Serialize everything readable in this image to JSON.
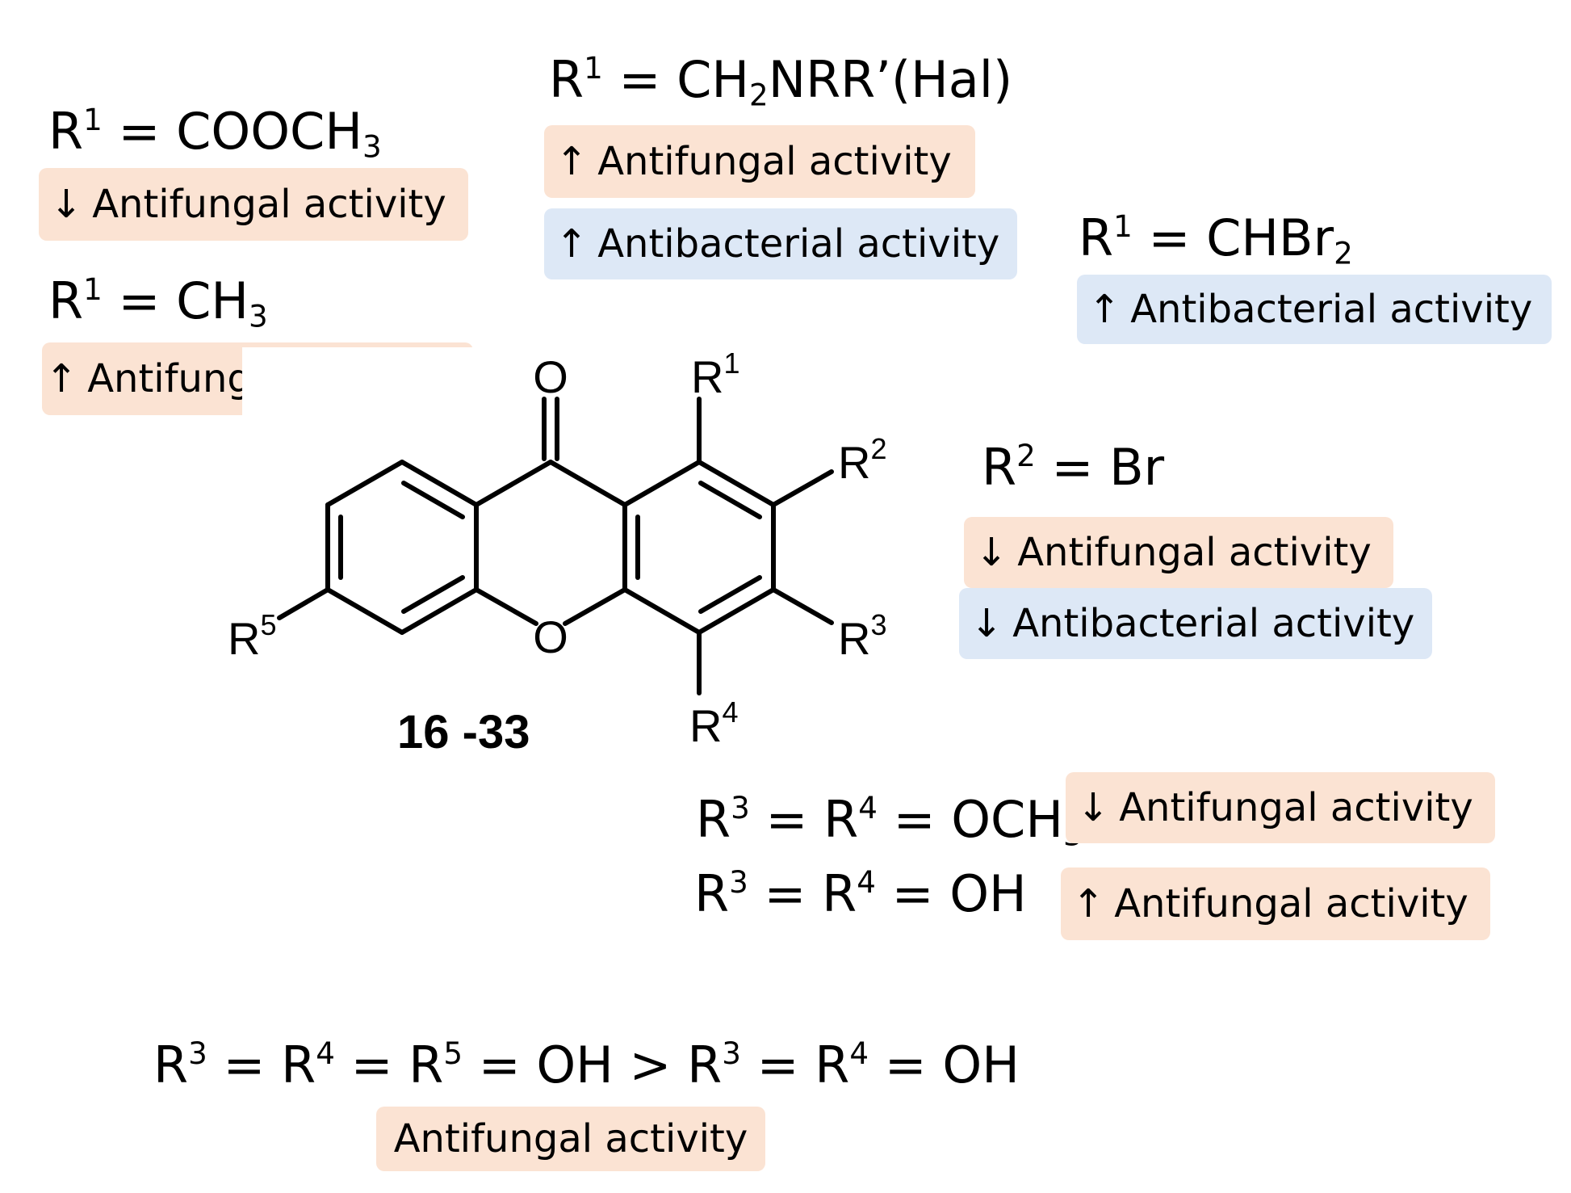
{
  "labels": {
    "r1_cooch3": {
      "r": "R",
      "n": "1",
      "eq": " = COOCH",
      "sub": "3"
    },
    "r1_ch2nrr": {
      "r": "R",
      "n": "1",
      "eq": " = CH",
      "sub": "2",
      "rest": "NRR’(Hal)"
    },
    "r1_ch3": {
      "r": "R",
      "n": "1",
      "eq": " = CH",
      "sub": "3"
    },
    "r1_chbr2": {
      "r": "R",
      "n": "1",
      "eq": " = CHBr",
      "sub": "2"
    },
    "r2_br": {
      "r": "R",
      "n": "2",
      "eq": " = Br"
    },
    "r3r4_och3": {
      "a": "R",
      "an": "3",
      "b": " = R",
      "bn": "4",
      "eq": " = OCH",
      "sub": "3"
    },
    "r3r4_oh": {
      "a": "R",
      "an": "3",
      "b": " = R",
      "bn": "4",
      "eq": " = OH"
    },
    "bottom": {
      "a": "R",
      "an": "3",
      "b": " = R",
      "bn": "4",
      "c": " = R",
      "cn": "5",
      "d": " = OH > R",
      "dn": "3",
      "e": " = R",
      "en": "4",
      "eq": " = OH"
    }
  },
  "badges": {
    "up": "↑",
    "down": "↓",
    "antifungal": "Antifungal activity",
    "antibacterial": "Antibacterial activity"
  },
  "structure": {
    "carbonyl_o": "O",
    "ring_o": "O",
    "r1": {
      "r": "R",
      "n": "1"
    },
    "r2": {
      "r": "R",
      "n": "2"
    },
    "r3": {
      "r": "R",
      "n": "3"
    },
    "r4": {
      "r": "R",
      "n": "4"
    },
    "r5": {
      "r": "R",
      "n": "5"
    },
    "compound_range": "16 -33"
  },
  "colors": {
    "antifungal_bg": "#fbe3d3",
    "antibacterial_bg": "#dde8f6"
  }
}
